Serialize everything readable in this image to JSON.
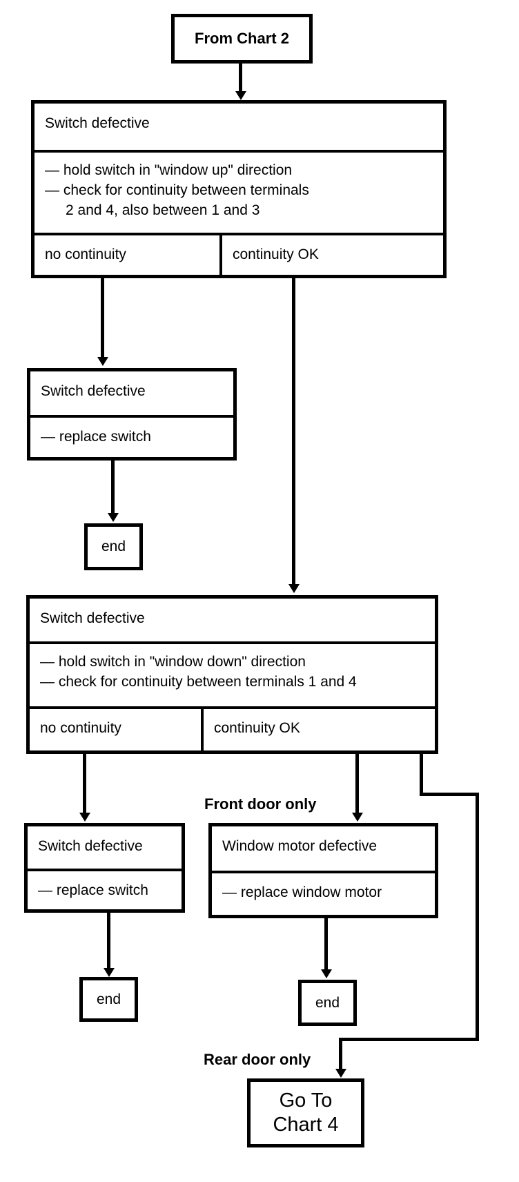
{
  "colors": {
    "ink": "#000000",
    "paper": "#ffffff"
  },
  "nodes": {
    "start": {
      "label": "From Chart 2"
    },
    "step_up": {
      "title": "Switch defective",
      "instructions": [
        "— hold switch in \"window up\" direction",
        "— check for continuity between terminals",
        "2 and 4, also between 1 and 3"
      ],
      "outcomes": [
        "no continuity",
        "continuity OK"
      ]
    },
    "fix_switch_1": {
      "title": "Switch defective",
      "action": "— replace switch"
    },
    "end_1": {
      "label": "end"
    },
    "step_down": {
      "title": "Switch defective",
      "instructions": [
        "— hold switch in \"window down\" direction",
        "— check for continuity between terminals 1 and 4"
      ],
      "outcomes": [
        "no continuity",
        "continuity OK"
      ]
    },
    "fix_switch_2": {
      "title": "Switch defective",
      "action": "— replace switch"
    },
    "fix_motor": {
      "title": "Window motor defective",
      "action": "— replace window motor"
    },
    "end_2": {
      "label": "end"
    },
    "end_3": {
      "label": "end"
    },
    "goto_chart4": {
      "line1": "Go To",
      "line2": "Chart 4"
    }
  },
  "labels": {
    "front_door": "Front door only",
    "rear_door": "Rear door only"
  }
}
